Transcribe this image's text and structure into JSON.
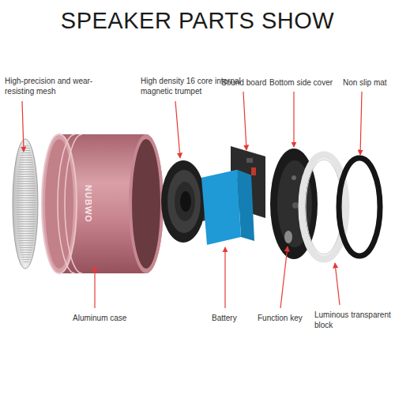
{
  "diagram": {
    "title": "SPEAKER PARTS SHOW",
    "labels": [
      "High-precision and wear- resisting mesh",
      "High density 16 core internal magnetic trumpet",
      "Sound board",
      "Bottom side cover",
      "Non slip mat",
      "NUBWO",
      "Aluminum case",
      "Battery",
      "Function key",
      "Luminous transparent block"
    ]
  }
}
